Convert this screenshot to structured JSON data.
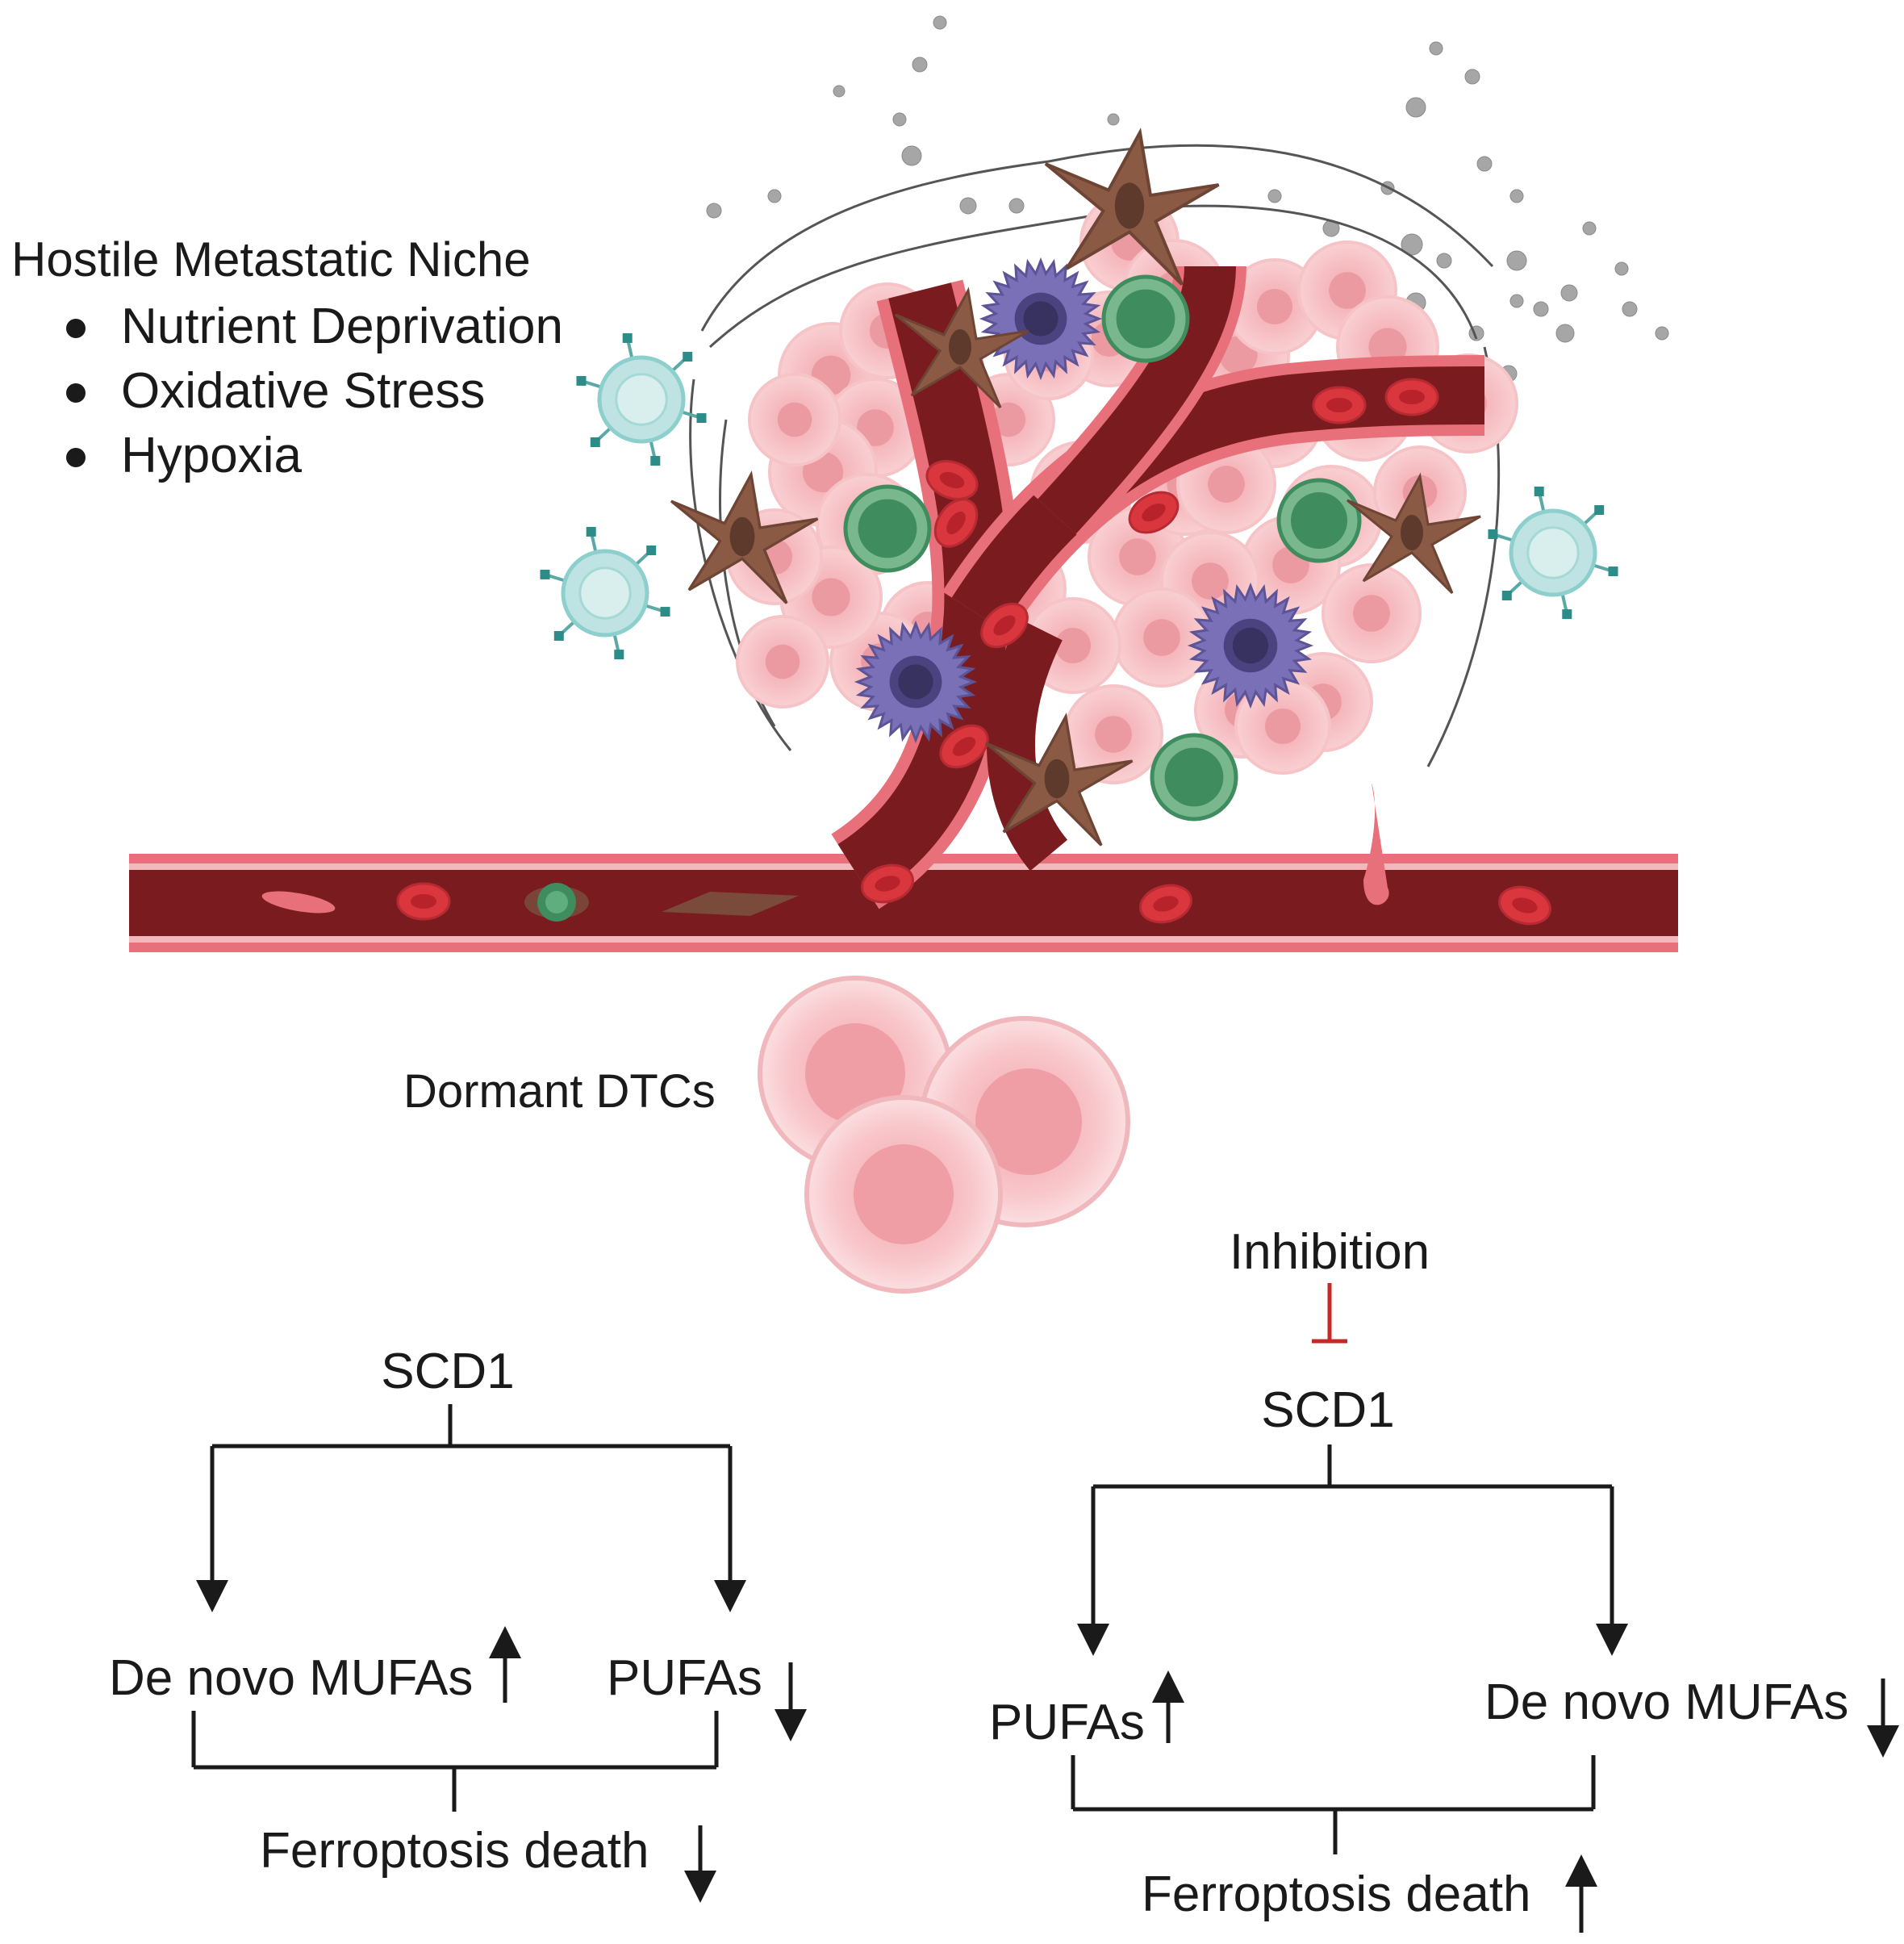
{
  "niche": {
    "title": "Hostile Metastatic Niche",
    "bullets": [
      "Nutrient Deprivation",
      "Oxidative Stress",
      "Hypoxia"
    ]
  },
  "dormant_label": "Dormant DTCs",
  "left_pathway": {
    "root": "SCD1",
    "child_left": "De novo MUFAs",
    "child_left_dir": "up",
    "child_right": "PUFAs",
    "child_right_dir": "down",
    "outcome": "Ferroptosis death",
    "outcome_dir": "down"
  },
  "right_pathway": {
    "inhibitor": "Inhibition",
    "root": "SCD1",
    "child_left": "PUFAs",
    "child_left_dir": "up",
    "child_right": "De novo MUFAs",
    "child_right_dir": "down",
    "outcome": "Ferroptosis death",
    "outcome_dir": "up"
  },
  "colors": {
    "vessel_dark": "#7a1c1f",
    "vessel_light": "#e8707a",
    "tumor_pink": "#f6b8bc",
    "macrophage": "#7a70b8",
    "lymphocyte": "#3f8c5e",
    "fibroblast": "#8a5a45",
    "tcell": "#bfe3e2",
    "inhibition_red": "#c62828",
    "arrow": "#1a1a1a"
  }
}
